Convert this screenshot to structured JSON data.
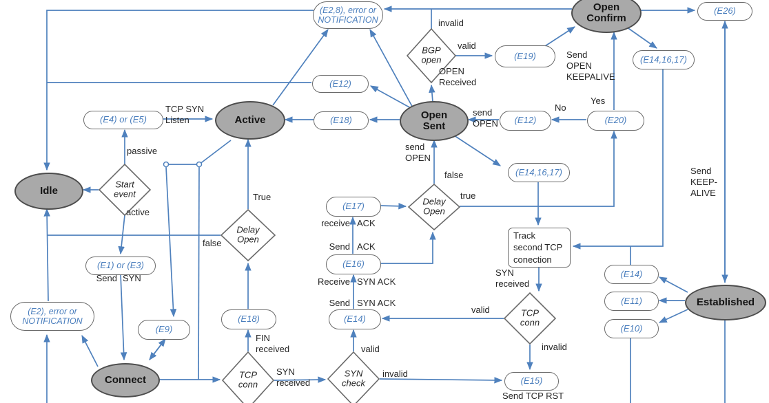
{
  "colors": {
    "line_blue": "#4f81bd",
    "event_text_blue": "#4a7ebd",
    "state_fill_gray": "#a9a9a9",
    "state_stroke": "#4d4d4d",
    "node_stroke": "#6a6a6a",
    "label_text": "#262626"
  },
  "states": {
    "idle": "Idle",
    "active": "Active",
    "open_sent": "Open\nSent",
    "open_confirm": "Open\nConfirm",
    "connect": "Connect",
    "established": "Established"
  },
  "decisions": {
    "start_event": "Start\nevent",
    "bgp_open": "BGP\nopen",
    "delay_open_left": "Delay\nOpen",
    "delay_open_mid": "Delay\nOpen",
    "tcp_conn_bottom": "TCP\nconn",
    "syn_check": "SYN\ncheck",
    "tcp_conn_right": "TCP\nconn"
  },
  "process": {
    "track_second_tcp": "Track\nsecond TCP\nconection"
  },
  "events": {
    "error_top": "(E2,8), error or\nNOTIFICATION",
    "e26": "(E26)",
    "e19": "(E19)",
    "e14_16_17_top": "(E14,16,17)",
    "e12_top": "(E12)",
    "e4_or_e5": "(E4) or (E5)",
    "e18_mid": "(E18)",
    "e12_right": "(E12)",
    "e20": "(E20)",
    "e14_16_17_mid": "(E14,16,17)",
    "e17": "(E17)",
    "e16": "(E16)",
    "e1_or_e3": "(E1) or (E3)",
    "error_left": "(E2), error or\nNOTIFICATION",
    "e9": "(E9)",
    "e18_bottom": "(E18)",
    "e14_bottom": "(E14)",
    "e14_right": "(E14)",
    "e11_right": "(E11)",
    "e10_right": "(E10)",
    "e15": "(E15)"
  },
  "labels": {
    "invalid_top": "invalid",
    "valid_top": "valid",
    "open_received": "OPEN\nReceived",
    "send_open_keepalive": "Send\nOPEN\nKEEPALIVE",
    "yes": "Yes",
    "no": "No",
    "send_open_right": "send\nOPEN",
    "send_open_mid": "send\nOPEN",
    "false_mid": "false",
    "true_mid": "true",
    "tcp_syn_listen": "TCP SYN\nListen",
    "passive": "passive",
    "active": "active",
    "send_syn": {
      "left": "Send",
      "right": "SYN"
    },
    "true_left": "True",
    "false_left": "false",
    "receive_ack": {
      "left": "receive",
      "right": "ACK"
    },
    "send_ack": {
      "left": "Send",
      "right": "ACK"
    },
    "receive_syn_ack": {
      "left": "Receive",
      "right": "SYN ACK"
    },
    "send_syn_ack": {
      "left": "Send",
      "right": "SYN ACK"
    },
    "valid_tcp_right": "valid",
    "valid_syn_check": "valid",
    "fin_received": "FIN\nreceived",
    "syn_received_bottom": "SYN\nreceived",
    "invalid_syn_check": "invalid",
    "send_tcp_rst": "Send TCP RST",
    "syn_received_right": "SYN\nreceived",
    "invalid_tcp_right": "invalid",
    "send_keep_alive": "Send\nKEEP-\nALIVE"
  }
}
